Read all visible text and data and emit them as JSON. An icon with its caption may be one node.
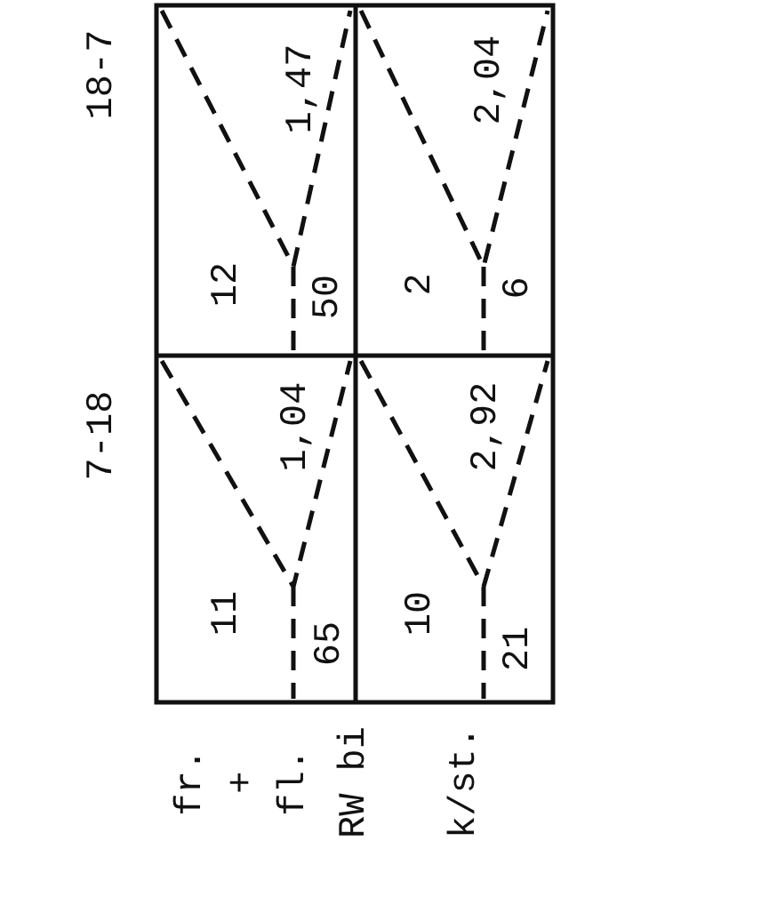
{
  "diagram": {
    "labels": [
      "18-7",
      "12",
      "1,47",
      "50",
      "2",
      "2,04",
      "6",
      "7-18",
      "11",
      "1,04",
      "65",
      "10",
      "2,92",
      "21",
      "fr. + fl.",
      "RW bi",
      "k/st."
    ]
  }
}
